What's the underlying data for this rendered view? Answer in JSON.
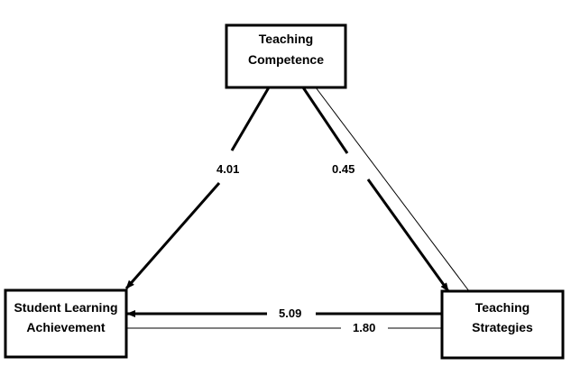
{
  "nodes": {
    "teaching_competence": {
      "line1": "Teaching",
      "line2": "Competence"
    },
    "student_learning_achievement": {
      "line1": "Student Learning",
      "line2": "Achievement"
    },
    "teaching_strategies": {
      "line1": "Teaching",
      "line2": "Strategies"
    }
  },
  "edges": {
    "competence_to_achievement": {
      "label": "4.01"
    },
    "competence_to_strategies": {
      "label": "0.45"
    },
    "strategies_to_achievement": {
      "label": "5.09"
    },
    "strategies_achievement_thin": {
      "label": "1.80"
    }
  }
}
